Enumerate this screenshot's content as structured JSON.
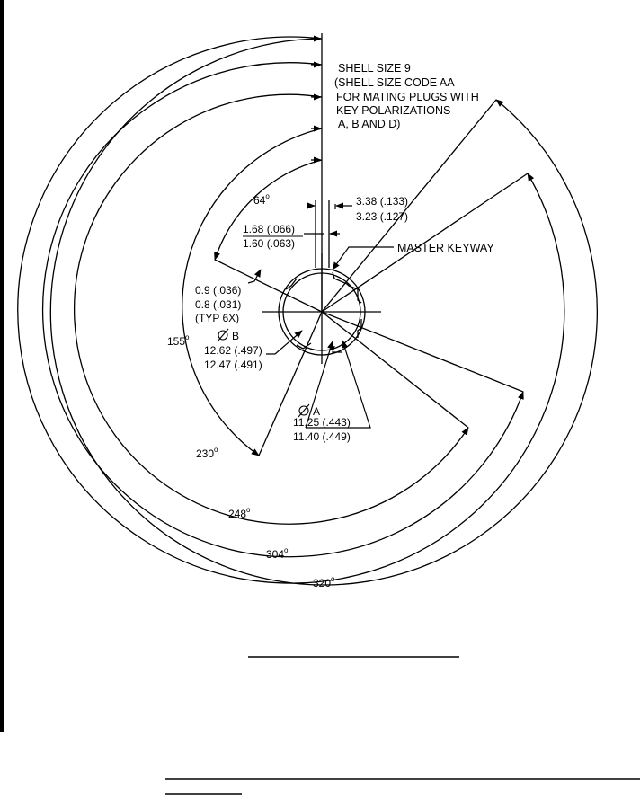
{
  "title": {
    "shell_size": "SHELL SIZE 9",
    "shell_code": "(SHELL SIZE CODE AA",
    "mating_line1": "FOR MATING PLUGS WITH",
    "mating_line2": "KEY POLARIZATIONS",
    "mating_line3": "A, B AND D)"
  },
  "dimensions": {
    "keyway_width_max": "3.38 (.133)",
    "keyway_width_min": "3.23 (.127)",
    "slot_max": "1.68 (.066)",
    "slot_min": "1.60 (.063)",
    "key_depth_max": "0.9 (.036)",
    "key_depth_min": "0.8 (.031)",
    "key_count": "(TYP 6X)",
    "dia_b_label": "B",
    "dia_b_max": "12.62 (.497)",
    "dia_b_min": "12.47 (.491)",
    "dia_a_label": "A",
    "dia_a_min": "11.25 (.443)",
    "dia_a_max": "11.40 (.449)"
  },
  "callouts": {
    "master_keyway": "MASTER KEYWAY"
  },
  "angles": {
    "a64": "64",
    "a155": "155",
    "a230": "230",
    "a248": "248",
    "a304": "304",
    "a320": "320",
    "degree_mark": "o"
  }
}
